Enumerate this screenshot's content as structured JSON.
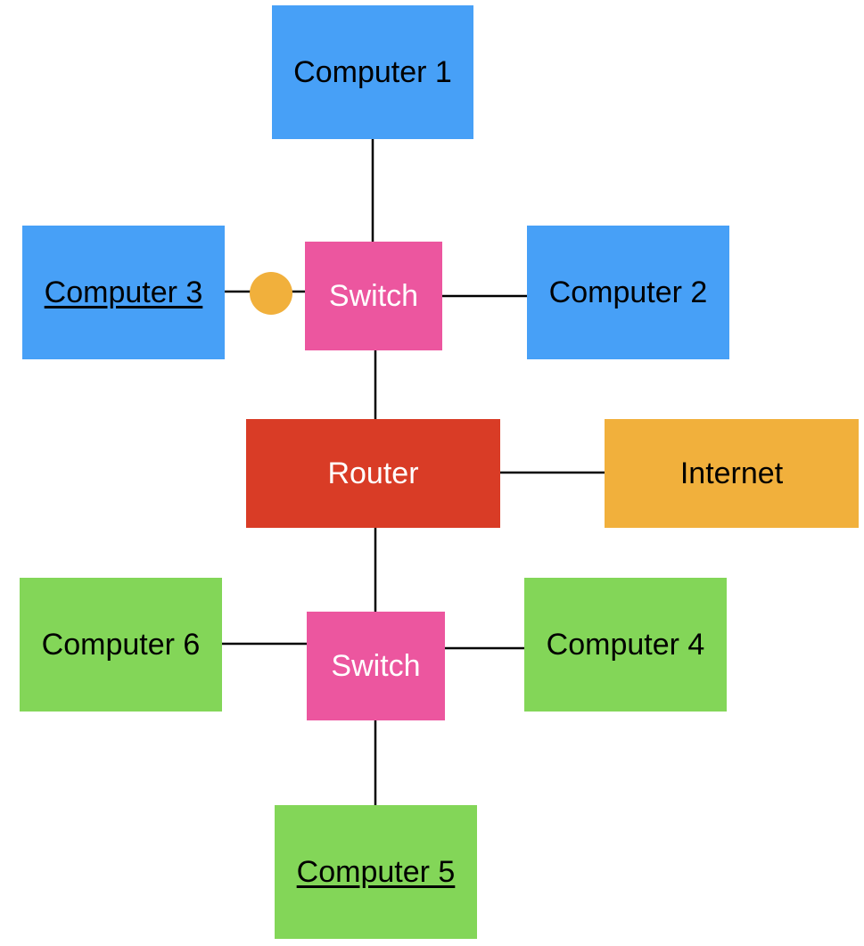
{
  "colors": {
    "blue": "#47a0f7",
    "pink": "#ec569f",
    "red": "#d93c26",
    "orange": "#f1b03c",
    "green": "#83d658"
  },
  "nodes": {
    "computer_1": "Computer 1",
    "computer_2": "Computer 2",
    "computer_3": "Computer 3",
    "computer_4": "Computer 4",
    "computer_5": "Computer 5",
    "computer_6": "Computer 6",
    "switch_top": "Switch",
    "switch_bottom": "Switch",
    "router": "Router",
    "internet": "Internet"
  }
}
